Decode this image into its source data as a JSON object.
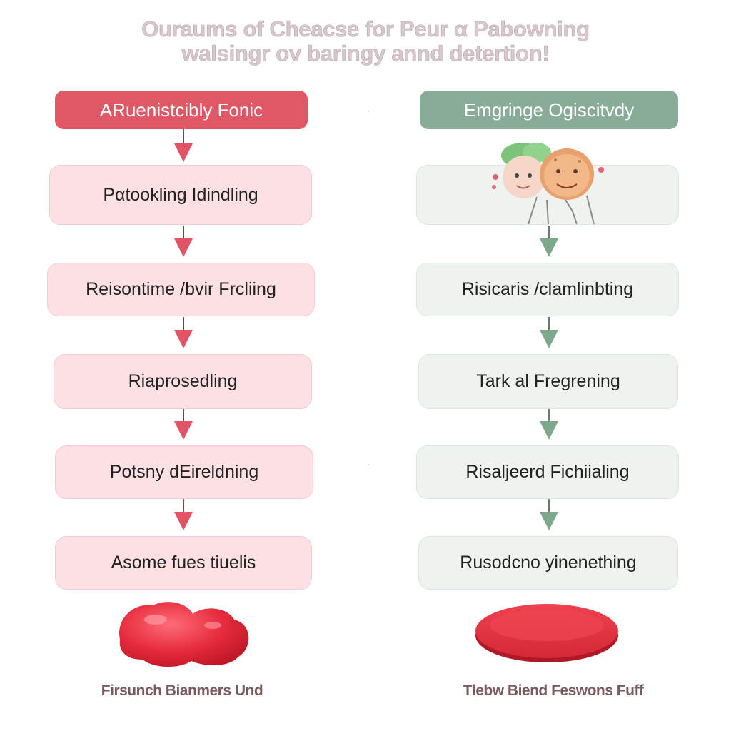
{
  "title": {
    "line1": "Ouraums of Cheacse for Peur α Pabowning",
    "line2": "walsingr ov baringy annd detertion!"
  },
  "left": {
    "header": "ARuenistcibly Fonic",
    "steps": [
      "Pαtookling Idindling",
      "Reisontime /bvir Frcliing",
      "Riaprosedling",
      "Potsny dEireldning",
      "Asome fues tiuelis"
    ],
    "caption": "Firsunch Bianmers Und",
    "color": "#e05866"
  },
  "right": {
    "header": "Emgringe Ogiscitvdy",
    "steps": [
      "",
      "Risicaris /clamlinbting",
      "Tark al Fregrening",
      "Risaljeerd Fichiialing",
      "Rusodcno yinenething"
    ],
    "caption": "Tlebw Biend Feswons Fuff",
    "color": "#88ac98"
  },
  "icons": {
    "left_illustration": "red-blob-icon",
    "right_illustration": "red-disc-icon",
    "faces_illustration": "two-faces-icon"
  }
}
